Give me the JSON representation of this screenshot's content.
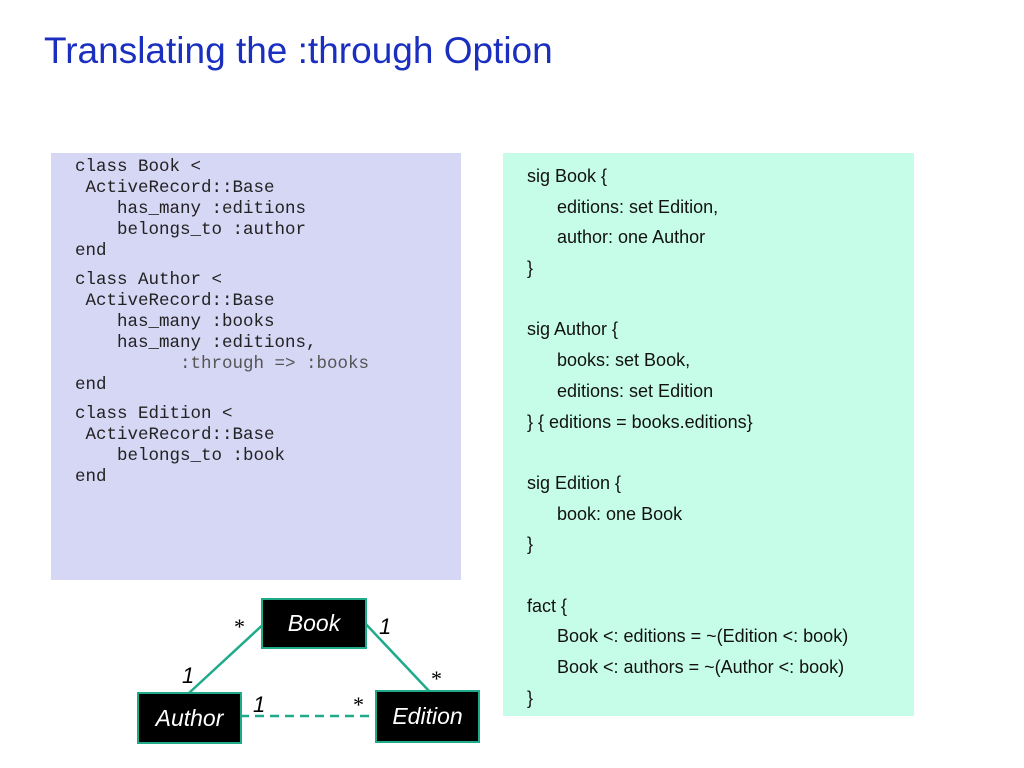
{
  "slide": {
    "title": "Translating the :through Option"
  },
  "rails_code": [
    "class Book <",
    " ActiveRecord::Base",
    "    has_many :editions",
    "    belongs_to :author",
    "end",
    "class Author <",
    " ActiveRecord::Base",
    "    has_many :books",
    "    has_many :editions,",
    "          :through => :books",
    "end",
    "class Edition <",
    " ActiveRecord::Base",
    "    belongs_to :book",
    "end"
  ],
  "alloy_code": [
    "sig Book {",
    "editions: set Edition,",
    "author: one Author",
    "}",
    "",
    "sig Author {",
    "books: set Book,",
    "editions: set Edition",
    "} { editions = books.editions}",
    "",
    "sig Edition {",
    "book: one Book",
    "}",
    "",
    "fact {",
    "Book <: editions = ~(Edition <: book)",
    "Book <: authors = ~(Author <: book)",
    "}"
  ],
  "diagram": {
    "nodes": {
      "book": "Book",
      "author": "Author",
      "edition": "Edition"
    },
    "multiplicities": {
      "book_author_at_book": "*",
      "book_edition_at_book": "1",
      "book_author_at_author": "1",
      "book_edition_at_edition": "*",
      "author_edition_at_author": "1",
      "author_edition_at_edition": "*"
    },
    "colors": {
      "edge": "#1faa8a",
      "node_fill": "#000000",
      "node_text": "#ffffff"
    }
  }
}
